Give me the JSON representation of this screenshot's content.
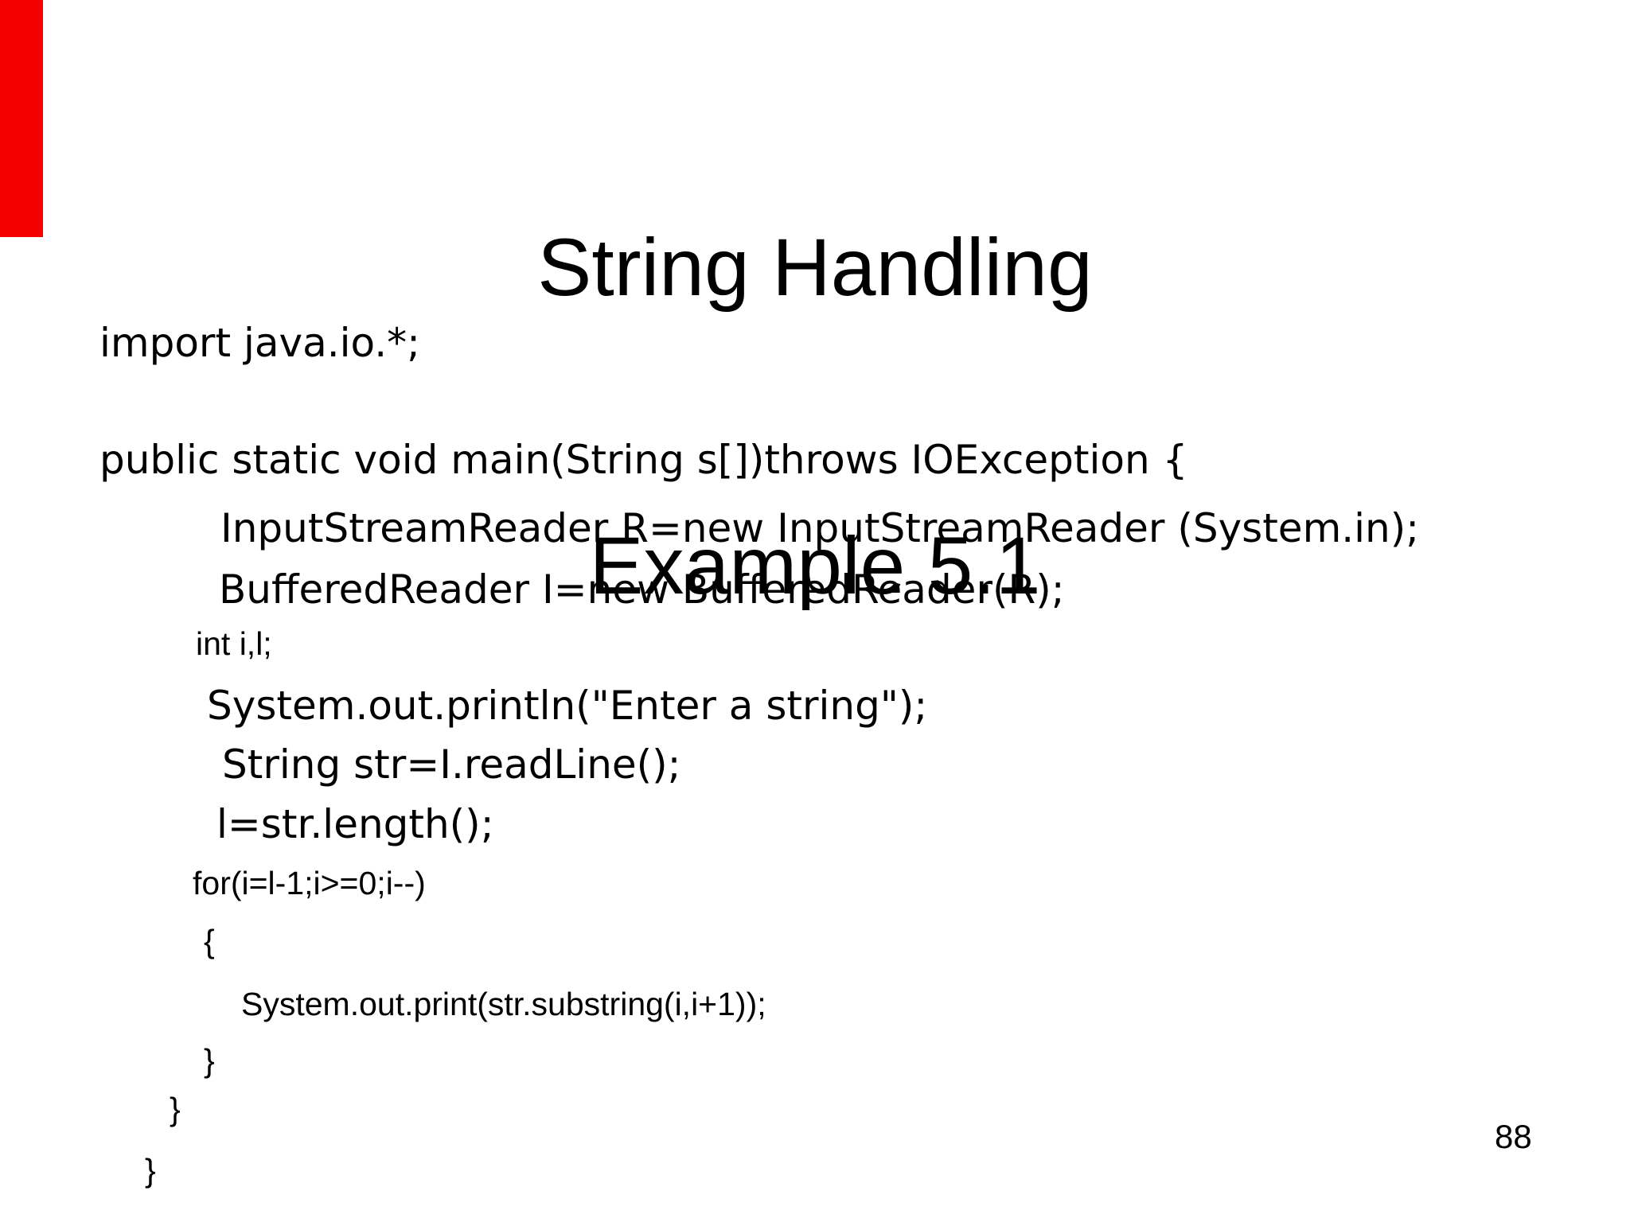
{
  "title": {
    "line1": "String Handling",
    "line2": "Example 5.1"
  },
  "code_lines": [
    {
      "text": "import java.io.*;"
    },
    {
      "text": "public static void main(String s[])throws IOException {"
    },
    {
      "text": "InputStreamReader R=new InputStreamReader (System.in);"
    },
    {
      "text": "BufferedReader I=new BufferedReader(R);"
    },
    {
      "text": "int i,l;"
    },
    {
      "text": "System.out.println(\"Enter a string\");"
    },
    {
      "text": "String str=I.readLine();"
    },
    {
      "text": "l=str.length();"
    },
    {
      "text": "for(i=l-1;i>=0;i--)"
    },
    {
      "text": "{"
    },
    {
      "text": "System.out.print(str.substring(i,i+1));"
    },
    {
      "text": "}"
    },
    {
      "text": "}"
    },
    {
      "text": "}"
    }
  ],
  "page_number": "88",
  "colors": {
    "accent_bar": "#f40000",
    "text": "#000000",
    "background": "#ffffff"
  }
}
